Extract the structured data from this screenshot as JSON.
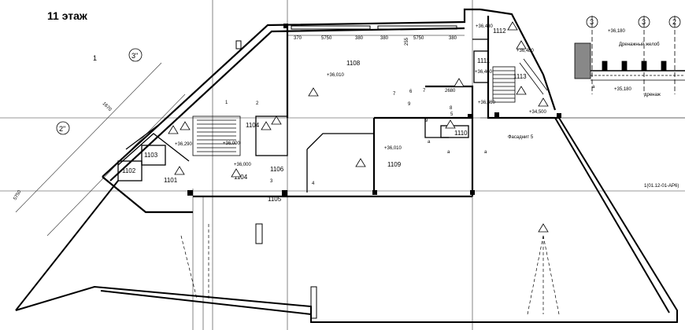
{
  "title": "11 этаж",
  "rooms": {
    "r1108": "1108",
    "r1109": "1109",
    "r1104a": "1104",
    "r1104b": "1104",
    "r1102": "1102",
    "r1103": "1103",
    "r1101": "1101",
    "r1105": "1105",
    "r1106": "1106",
    "r1111": "1111",
    "r1112": "1112",
    "r1113": "1113",
    "r1110": "1110"
  },
  "levels": {
    "l1": "+36,010",
    "l2": "+36,010",
    "l3": "+36,000",
    "l4": "+36,000",
    "l5": "+36,290",
    "l6": "+36,480",
    "l7": "+36,460",
    "l8": "+36,460",
    "l9": "+34,500",
    "l10": "+36,480",
    "l11": "+36,180",
    "l12": "+35,180"
  },
  "dimensions": {
    "d1": "370",
    "d2": "5750",
    "d3": "380",
    "d4": "380",
    "d5": "5750",
    "d6": "380",
    "d7": "2680",
    "d8": "1670",
    "d9": "5750",
    "d10": "255"
  },
  "axes": {
    "a1": "1",
    "a2": "2",
    "a3": "3",
    "a3top": "3",
    "a2prime": "2\"",
    "a3prime": "3\""
  },
  "callouts": {
    "c1": "1",
    "c2": "2",
    "c3": "3",
    "c4": "4",
    "c5": "5",
    "c6": "6",
    "c7": "7",
    "c7b": "7",
    "c8": "8",
    "c9": "9",
    "c9b": "9"
  },
  "notes": {
    "facade": "Фасаднит 5",
    "sheet_ref": "1(01.12-01-АР6)",
    "detail_title": "Дренажный желоб",
    "detail_drainage": "дренаж",
    "a_mark1": "а",
    "a_mark2": "а",
    "a_mark3": "а",
    "a_mark4": "а"
  }
}
